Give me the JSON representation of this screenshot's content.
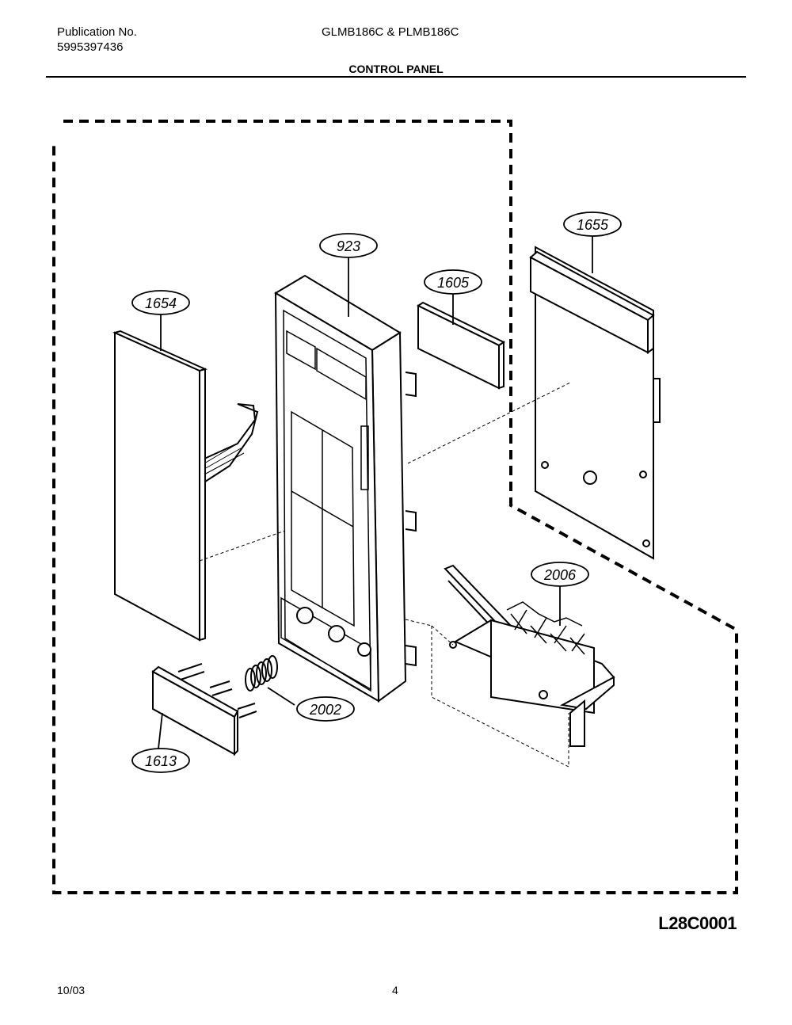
{
  "header": {
    "publication_label": "Publication No.",
    "publication_number": "5995397436",
    "model": "GLMB186C & PLMB186C",
    "section_title": "CONTROL PANEL"
  },
  "diagram": {
    "callouts": [
      {
        "id": "1654",
        "label": "1654"
      },
      {
        "id": "923",
        "label": "923"
      },
      {
        "id": "1605",
        "label": "1605"
      },
      {
        "id": "1655",
        "label": "1655"
      },
      {
        "id": "2006",
        "label": "2006"
      },
      {
        "id": "2002",
        "label": "2002"
      },
      {
        "id": "1613",
        "label": "1613"
      }
    ]
  },
  "footer": {
    "figure_code": "L28C0001",
    "date": "10/03",
    "page_number": "4"
  }
}
